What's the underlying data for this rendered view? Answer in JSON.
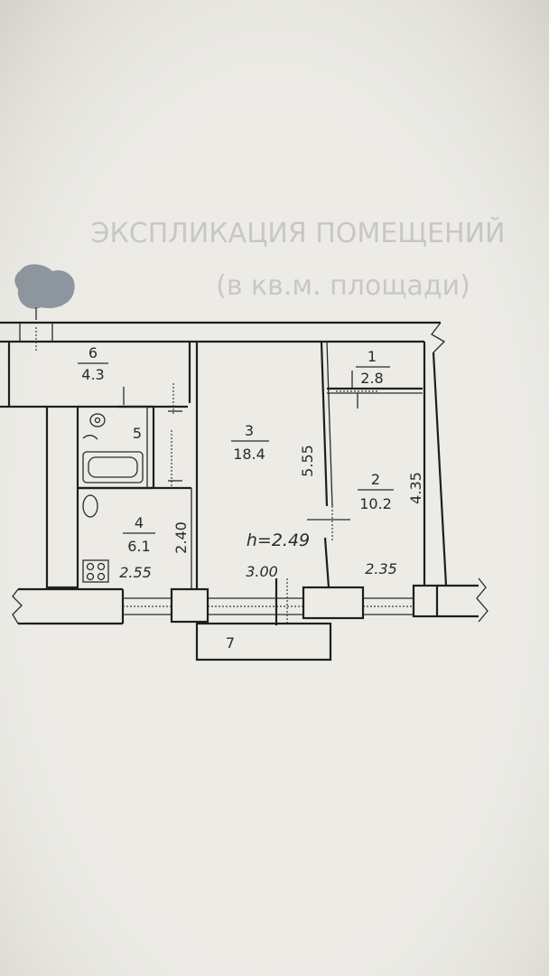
{
  "header_text": {
    "line1": "ЭКСПЛИКАЦИЯ ПОМЕЩЕНИЙ",
    "line2": "(в кв.м. площади)"
  },
  "rooms": [
    {
      "number": "1",
      "area": "2.8"
    },
    {
      "number": "2",
      "area": "10.2"
    },
    {
      "number": "3",
      "area": "18.4"
    },
    {
      "number": "4",
      "area": "6.1"
    },
    {
      "number": "5",
      "area": ""
    },
    {
      "number": "6",
      "area": "4.3"
    },
    {
      "number": "7",
      "area": ""
    }
  ],
  "dimensions": {
    "room3_length": "5.55",
    "room2_length": "4.35",
    "kitchen_depth": "2.40",
    "kitchen_width": "2.55",
    "room3_width": "3.00",
    "room2_width": "2.35",
    "ceiling_height": "h=2.49"
  },
  "colors": {
    "paper": "#ecebe6",
    "ink": "#1e1e1e",
    "redaction": "#7d8791"
  }
}
